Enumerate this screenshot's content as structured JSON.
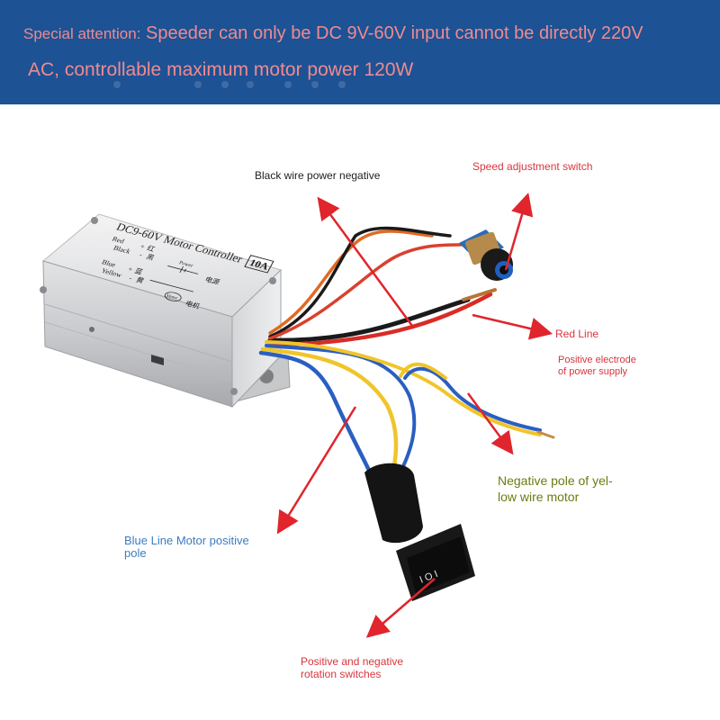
{
  "banner": {
    "lead": "Special attention:",
    "line1": "Speeder can only be DC 9V-60V input cannot be directly 220V",
    "line2": "AC, controllable maximum motor power 120W",
    "background_color": "#1d5294",
    "text_color": "#f08a8f"
  },
  "device": {
    "title": "DC9-60V Motor Controller",
    "rating": "10A",
    "legend": [
      {
        "wire": "Red",
        "sign": "+",
        "cn": "红"
      },
      {
        "wire": "Black",
        "sign": "-",
        "cn": "黑"
      },
      {
        "wire": "Blue",
        "sign": "+",
        "cn": "蓝"
      },
      {
        "wire": "Yellow",
        "sign": "-",
        "cn": "黄"
      }
    ],
    "power_label": "Power",
    "power_cn": "电源",
    "motor_label": "Motor",
    "motor_cn": "电机"
  },
  "switch": {
    "marks": "I O I"
  },
  "callouts": {
    "black_wire": "Black wire power negative",
    "speed_switch": "Speed adjustment switch",
    "red_line": "Red Line",
    "positive_electrode": [
      "Positive electrode",
      "of power supply"
    ],
    "negative_pole": [
      "Negative pole of yel-",
      "low wire motor"
    ],
    "blue_line": [
      "Blue Line Motor positive",
      "pole"
    ],
    "rotation_switches": [
      "Positive and negative",
      "rotation switches"
    ]
  },
  "colors": {
    "arrow": "#e0252c",
    "red_text": "#d8353d",
    "olive_text": "#6e7a12",
    "blue_text": "#3d7cc1"
  }
}
